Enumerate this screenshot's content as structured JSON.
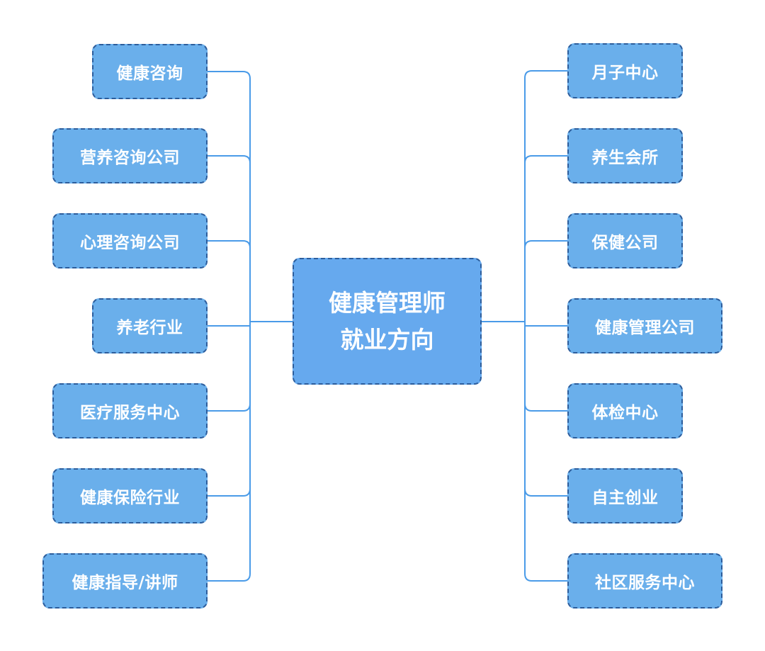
{
  "center": {
    "line1": "健康管理师",
    "line2": "就业方向"
  },
  "left_items": [
    "健康咨询",
    "营养咨询公司",
    "心理咨询公司",
    "养老行业",
    "医疗服务中心",
    "健康保险行业",
    "健康指导/讲师"
  ],
  "right_items": [
    "月子中心",
    "养生会所",
    "保健公司",
    "健康管理公司",
    "体检中心",
    "自主创业",
    "社区服务中心"
  ],
  "colors": {
    "node_fill": "#6aafeb",
    "node_border": "#2c5d9c",
    "connector": "#4a9be8",
    "text": "#ffffff"
  }
}
